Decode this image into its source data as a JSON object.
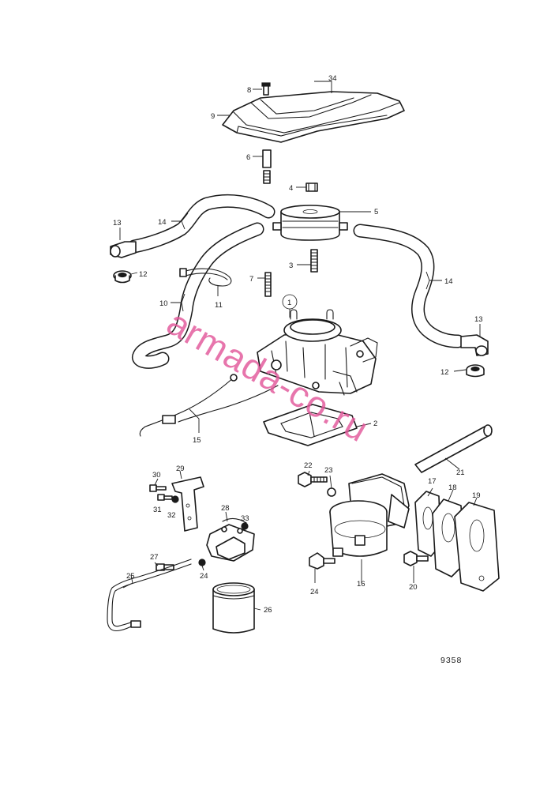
{
  "labels": {
    "p1": "1",
    "p2": "2",
    "p3": "3",
    "p4": "4",
    "p5": "5",
    "p6": "6",
    "p7": "7",
    "p8": "8",
    "p9": "9",
    "p10": "10",
    "p11": "11",
    "p12a": "12",
    "p12b": "12",
    "p13a": "13",
    "p13b": "13",
    "p14a": "14",
    "p14b": "14",
    "p15": "15",
    "p16": "16",
    "p17": "17",
    "p18": "18",
    "p19": "19",
    "p20": "20",
    "p21": "21",
    "p22": "22",
    "p23": "23",
    "p24a": "24",
    "p24b": "24",
    "p25": "25",
    "p26": "26",
    "p27": "27",
    "p28": "28",
    "p29": "29",
    "p30": "30",
    "p31": "31",
    "p32": "32",
    "p33": "33",
    "p34": "34"
  },
  "figure_number": "9358",
  "watermark": "armada-co.ru",
  "colors": {
    "line": "#1a1a1a",
    "background": "#ffffff",
    "watermark": "#e2579a"
  }
}
